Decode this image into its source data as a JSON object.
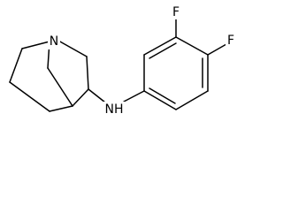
{
  "atoms": {
    "N_quinuclidine": "N",
    "N_amine": "NH",
    "F_meta": "F",
    "F_para": "F"
  }
}
